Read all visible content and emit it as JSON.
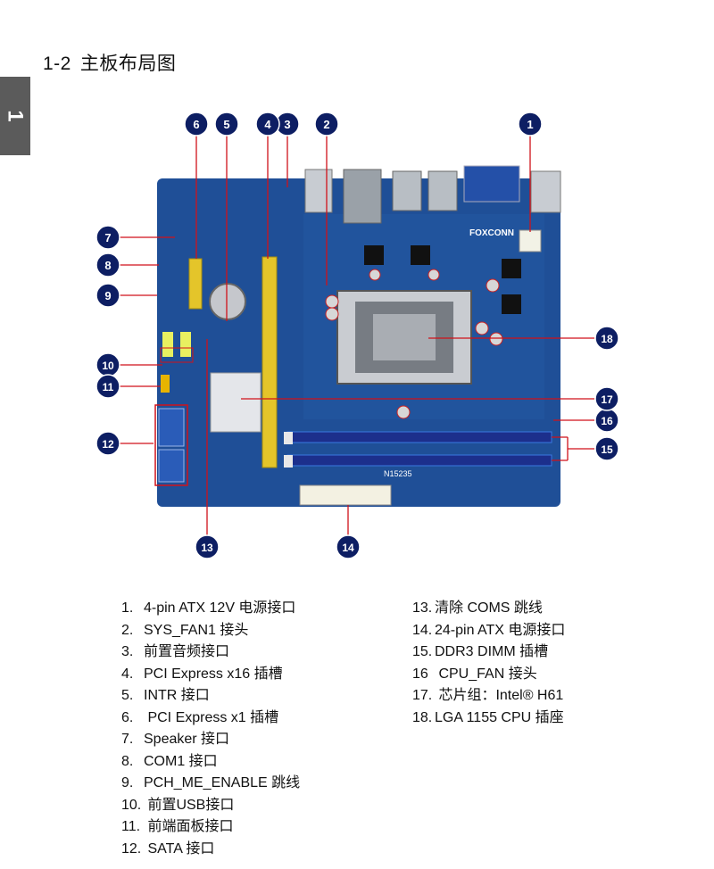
{
  "header": {
    "section_number": "1-2",
    "section_title": "主板布局图",
    "chapter_tab": "1"
  },
  "board": {
    "brand": "FOXCONN",
    "model_mark": "N15235"
  },
  "callouts": [
    "1",
    "2",
    "3",
    "4",
    "5",
    "6",
    "7",
    "8",
    "9",
    "10",
    "11",
    "12",
    "13",
    "14",
    "15",
    "16",
    "17",
    "18"
  ],
  "legend_left": [
    {
      "n": "1.",
      "text": "4-pin ATX 12V 电源接口"
    },
    {
      "n": "2.",
      "text": "SYS_FAN1 接头"
    },
    {
      "n": "3.",
      "text": "前置音频接口"
    },
    {
      "n": "4.",
      "text": "PCI Express x16 插槽"
    },
    {
      "n": "5.",
      "text": "INTR  接口"
    },
    {
      "n": "6.",
      "text": " PCI Express x1  插槽"
    },
    {
      "n": "7.",
      "text": "Speaker 接口"
    },
    {
      "n": "8.",
      "text": "COM1  接口"
    },
    {
      "n": "9.",
      "text": "PCH_ME_ENABLE  跳线"
    },
    {
      "n": "10.",
      "text": " 前置USB接口"
    },
    {
      "n": "11.",
      "text": " 前端面板接口"
    },
    {
      "n": "12.",
      "text": " SATA 接口"
    }
  ],
  "legend_right": [
    {
      "n": "13.",
      "text": "清除  COMS  跳线"
    },
    {
      "n": "14.",
      "text": "24-pin ATX 电源接口"
    },
    {
      "n": "15.",
      "text": "DDR3 DIMM 插槽"
    },
    {
      "n": "16",
      "text": " CPU_FAN 接头"
    },
    {
      "n": "17.",
      "text": " 芯片组：Intel® H61"
    },
    {
      "n": "18.",
      "text": "LGA 1155 CPU 插座"
    }
  ],
  "colors": {
    "pcb": "#1f4f97",
    "pcb_dark": "#173d78",
    "callout": "#0d1e63",
    "leader": "#d0121a",
    "pci_e": "#e4c52a",
    "dimm": "#1c2f8c",
    "tab": "#5b5b5b"
  }
}
